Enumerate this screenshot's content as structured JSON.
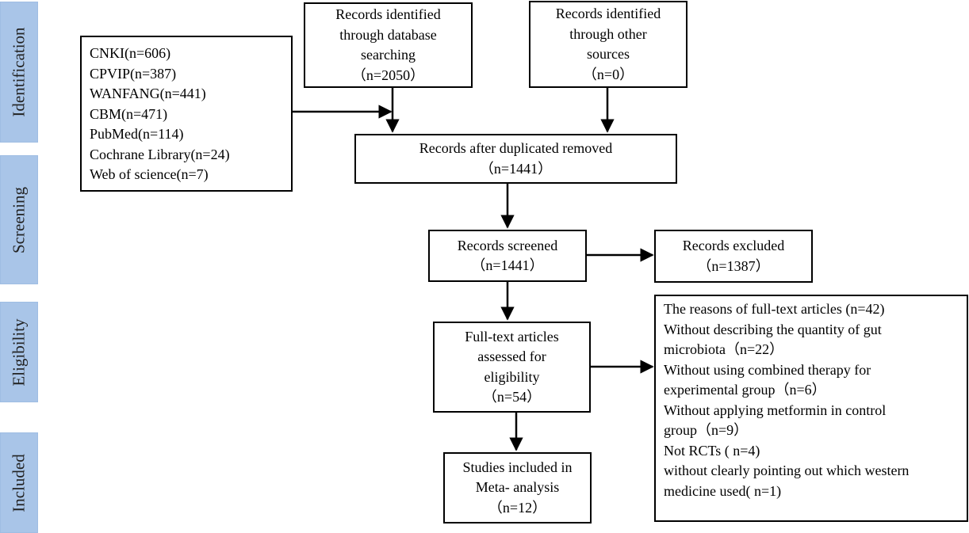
{
  "stages": {
    "identification": "Identification",
    "screening": "Screening",
    "eligibility": "Eligibility",
    "included": "Included"
  },
  "boxes": {
    "databases": {
      "lines": [
        "CNKI(n=606)",
        "CPVIP(n=387)",
        "WANFANG(n=441)",
        "CBM(n=471)",
        "PubMed(n=114)",
        "Cochrane Library(n=24)",
        "Web of science(n=7)"
      ]
    },
    "db_search": {
      "lines": [
        "Records identified",
        "through database",
        "searching",
        "（n=2050）"
      ]
    },
    "other_sources": {
      "lines": [
        "Records identified",
        "through other",
        "sources",
        "（n=0）"
      ]
    },
    "duplicates_removed": {
      "lines": [
        "Records after duplicated removed",
        "（n=1441）"
      ]
    },
    "screened": {
      "lines": [
        "Records screened",
        "（n=1441）"
      ]
    },
    "excluded": {
      "lines": [
        "Records excluded",
        "（n=1387）"
      ]
    },
    "full_text": {
      "lines": [
        "Full-text articles",
        "assessed for",
        "eligibility",
        "（n=54）"
      ]
    },
    "reasons": {
      "lines": [
        "The reasons of full-text articles (n=42)",
        "Without describing the quantity of gut",
        "microbiota（n=22）",
        "Without using combined therapy for",
        "experimental group（n=6）",
        "Without applying metformin in control",
        "group（n=9）",
        "Not RCTs ( n=4)",
        "without clearly pointing out which western",
        "medicine used( n=1)"
      ]
    },
    "included": {
      "lines": [
        "Studies included in",
        "Meta- analysis",
        "（n=12）"
      ]
    }
  },
  "colors": {
    "stage_fill": "#a9c5e8",
    "border": "#000000",
    "arrow": "#000000"
  }
}
